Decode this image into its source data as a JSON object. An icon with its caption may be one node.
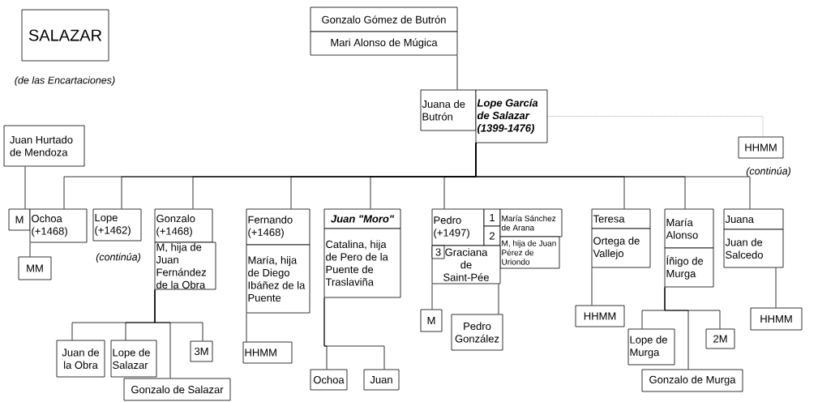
{
  "diagram": {
    "nodes": [
      {
        "text": [
          "SALAZAR"
        ],
        "beside": [
          "(de las Encartaciones)"
        ]
      },
      {
        "text": [
          "Gonzalo Gómez de Butrón"
        ]
      },
      {
        "text": [
          "Mari Alonso de Múgica"
        ]
      },
      {
        "text": [
          "Juana de Butrón"
        ]
      },
      {
        "text": [
          "Lope García de Salazar (1399-1476)"
        ]
      },
      {
        "text": [
          "HHMM"
        ],
        "beside": [
          "(continúa)"
        ]
      },
      {
        "text": [
          "Juan Hurtado de Mendoza"
        ]
      },
      {
        "text": [
          "M"
        ]
      },
      {
        "text": [
          "Ochoa (+1468)"
        ]
      },
      {
        "text": [
          "MM"
        ]
      },
      {
        "text": [
          "Lope (+1462)"
        ],
        "beside": [
          "(continúa)"
        ]
      },
      {
        "text": [
          "Gonzalo (+1468)"
        ]
      },
      {
        "text": [
          "M, hija de Juan Fernández de la Obra"
        ]
      },
      {
        "text": [
          "Juan de la Obra"
        ]
      },
      {
        "text": [
          "Lope de Salazar"
        ]
      },
      {
        "text": [
          "3M"
        ]
      },
      {
        "text": [
          "Gonzalo de Salazar"
        ]
      },
      {
        "text": [
          "Fernando (+1468)"
        ]
      },
      {
        "text": [
          "María, hija de Diego Ibáñez de la Puente"
        ]
      },
      {
        "text": [
          "HHMM"
        ]
      },
      {
        "text": [
          "Juan \"Moro\""
        ]
      },
      {
        "text": [
          "Catalina, hija de Pero de la Puente de Traslaviña"
        ]
      },
      {
        "text": [
          "Ochoa"
        ]
      },
      {
        "text": [
          "Juan"
        ]
      },
      {
        "text": [
          "Pedro (+1497)"
        ]
      },
      {
        "text": [
          "1"
        ]
      },
      {
        "text": [
          "2"
        ]
      },
      {
        "text": [
          "María Sánchez de Arana"
        ]
      },
      {
        "text": [
          "M, hija de Juan Pérez de Uriondo"
        ]
      },
      {
        "text": [
          "Graciana de Saint-Pée"
        ]
      },
      {
        "text": [
          "3"
        ],
        "in": 29
      },
      {
        "text": [
          "M"
        ]
      },
      {
        "text": [
          "Pedro González"
        ]
      },
      {
        "text": [
          "Teresa"
        ]
      },
      {
        "text": [
          "Ortega de Vallejo"
        ]
      },
      {
        "text": [
          "HHMM"
        ]
      },
      {
        "text": [
          "María Alonso"
        ]
      },
      {
        "text": [
          "Íñigo de Murga"
        ]
      },
      {
        "text": [
          "Lope de Murga"
        ]
      },
      {
        "text": [
          "2M"
        ]
      },
      {
        "text": [
          "Gonzalo de Murga"
        ]
      },
      {
        "text": [
          "Juana"
        ]
      },
      {
        "text": [
          "Juan de Salcedo"
        ]
      },
      {
        "text": [
          "HHMM"
        ]
      }
    ],
    "edges": [
      {
        "from": 2,
        "to": 3,
        "arrow": "none"
      },
      {
        "from": 4,
        "to": 5,
        "arrow": "none",
        "style": "dashed"
      },
      {
        "from": 4,
        "to": 8,
        "arrow": "none"
      },
      {
        "from": 4,
        "to": 10,
        "arrow": "none"
      },
      {
        "from": 4,
        "to": 11,
        "arrow": "none"
      },
      {
        "from": 4,
        "to": 17,
        "arrow": "none"
      },
      {
        "from": 4,
        "to": 20,
        "arrow": "none"
      },
      {
        "from": 4,
        "to": 24,
        "arrow": "none"
      },
      {
        "from": 4,
        "to": 33,
        "arrow": "none"
      },
      {
        "from": 4,
        "to": 36,
        "arrow": "none"
      },
      {
        "from": 4,
        "to": 41,
        "arrow": "none"
      },
      {
        "from": 6,
        "to": 7,
        "arrow": "none"
      },
      {
        "from": 8,
        "to": 9,
        "arrow": "none"
      },
      {
        "from": 12,
        "to": 13,
        "arrow": "none"
      },
      {
        "from": 12,
        "to": 14,
        "arrow": "none"
      },
      {
        "from": 12,
        "to": 16,
        "arrow": "none"
      },
      {
        "from": 12,
        "to": 15,
        "arrow": "none"
      },
      {
        "from": 18,
        "to": 19,
        "arrow": "none"
      },
      {
        "from": 21,
        "to": 22,
        "arrow": "none"
      },
      {
        "from": 21,
        "to": 23,
        "arrow": "none"
      },
      {
        "from": 29,
        "to": 31,
        "arrow": "none"
      },
      {
        "from": 29,
        "to": 32,
        "arrow": "none"
      },
      {
        "from": 34,
        "to": 35,
        "arrow": "none"
      },
      {
        "from": 37,
        "to": 38,
        "arrow": "none"
      },
      {
        "from": 37,
        "to": 40,
        "arrow": "none"
      },
      {
        "from": 37,
        "to": 39,
        "arrow": "none"
      },
      {
        "from": 42,
        "to": 43,
        "arrow": "none"
      }
    ]
  }
}
